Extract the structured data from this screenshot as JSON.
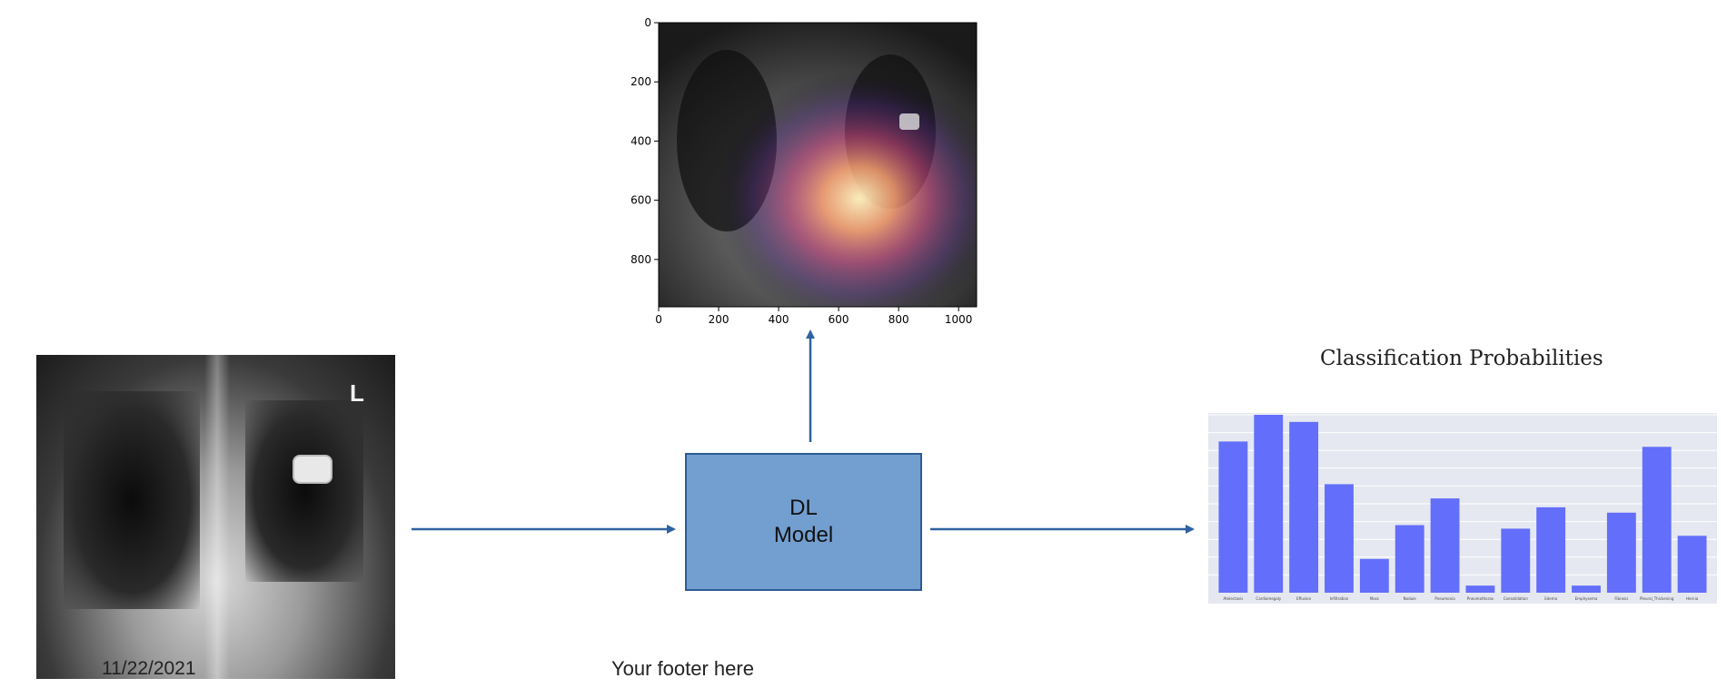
{
  "input_image": {
    "date": "11/22/2021",
    "marker": "L"
  },
  "model": {
    "line1": "DL",
    "line2": "Model"
  },
  "footer": {
    "text": "Your footer here"
  },
  "heatmap": {
    "x_ticks": [
      0,
      200,
      400,
      600,
      800,
      1000
    ],
    "y_ticks": [
      0,
      200,
      400,
      600,
      800
    ],
    "xlim": [
      0,
      1060
    ],
    "ylim": [
      0,
      960
    ]
  },
  "chart_data": {
    "type": "bar",
    "title": "Classification Probabilities",
    "categories": [
      "Atelectasis",
      "Cardiomegaly",
      "Effusion",
      "Infiltration",
      "Mass",
      "Nodule",
      "Pneumonia",
      "Pneumothorax",
      "Consolidation",
      "Edema",
      "Emphysema",
      "Fibrosis",
      "Pleural_Thickening",
      "Hernia"
    ],
    "values": [
      0.85,
      1.0,
      0.96,
      0.61,
      0.19,
      0.38,
      0.53,
      0.04,
      0.36,
      0.48,
      0.04,
      0.45,
      0.82,
      0.32
    ],
    "ylim": [
      0,
      1.0
    ],
    "bar_color": "#636efa",
    "background": "#e5e8f0",
    "grid": true
  },
  "colors": {
    "arrow": "#2e62a0",
    "box_fill": "#739fd0",
    "box_border": "#2e5b93"
  }
}
